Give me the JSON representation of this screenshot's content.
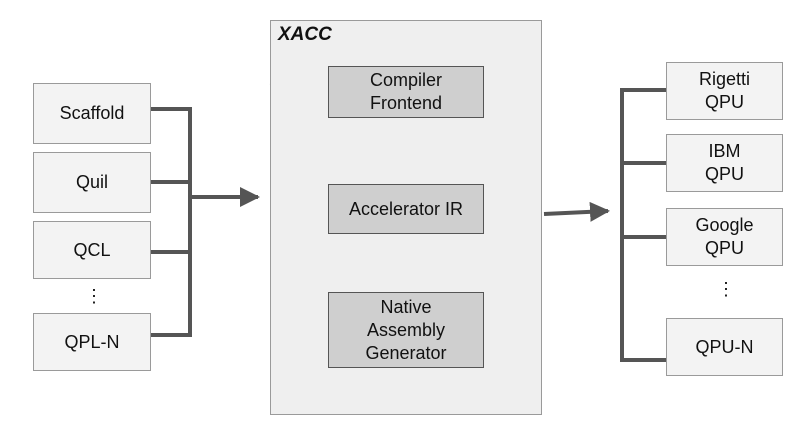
{
  "languages": [
    {
      "label": "Scaffold"
    },
    {
      "label": "Quil"
    },
    {
      "label": "QCL"
    },
    {
      "label": "⋮"
    },
    {
      "label": "QPL-N"
    }
  ],
  "xacc": {
    "title": "XACC",
    "stages": [
      {
        "label": "Compiler\nFrontend"
      },
      {
        "label": "Accelerator IR"
      },
      {
        "label": "Native\nAssembly\nGenerator"
      }
    ]
  },
  "qpus": [
    {
      "label": "Rigetti\nQPU"
    },
    {
      "label": "IBM\nQPU"
    },
    {
      "label": "Google\nQPU"
    },
    {
      "label": "⋮"
    },
    {
      "label": "QPU-N"
    }
  ],
  "colors": {
    "wire": "#555555",
    "box": "#f3f3f3",
    "stage": "#cfcfcf",
    "panel": "#efefef"
  }
}
